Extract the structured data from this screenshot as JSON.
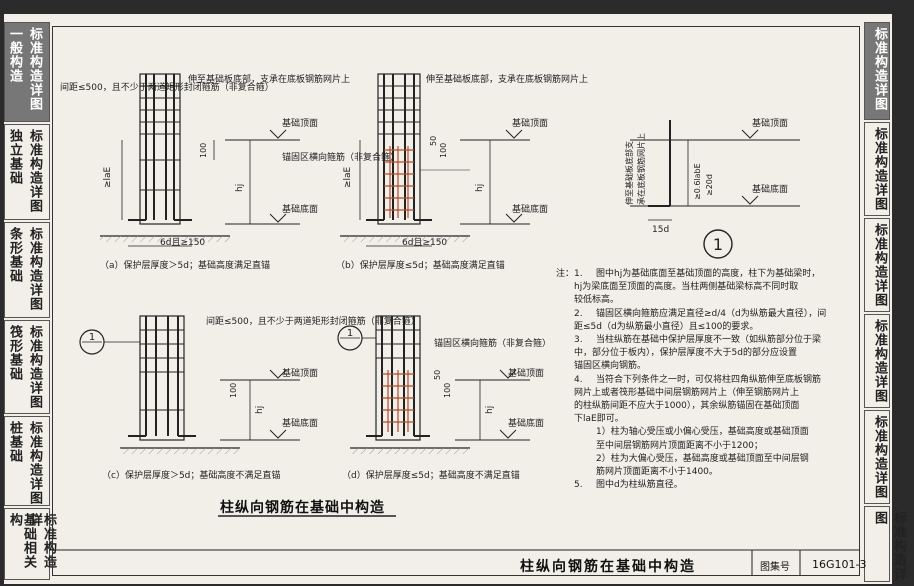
{
  "left_tabs": [
    {
      "a": "一般构造",
      "b": "标准构造详图",
      "active": true
    },
    {
      "a": "独立基础",
      "b": "标准构造详图",
      "active": false
    },
    {
      "a": "条形基础",
      "b": "标准构造详图",
      "active": false
    },
    {
      "a": "筏形基础",
      "b": "标准构造详图",
      "active": false
    },
    {
      "a": "桩基础",
      "b": "标准构造详图",
      "active": false
    },
    {
      "a": "基础相关构",
      "b": "标准构造详",
      "active": false
    }
  ],
  "right_tabs": [
    {
      "label": "标准构造详图",
      "active": true
    },
    {
      "label": "标准构造详图",
      "active": false
    },
    {
      "label": "标准构造详图",
      "active": false
    },
    {
      "label": "标准构造详图",
      "active": false
    },
    {
      "label": "标准构造详图",
      "active": false
    },
    {
      "label": "标准构造详图",
      "active": false
    }
  ],
  "diagram_a": {
    "note_left": "间距≤500，且不少于两道矩形封闭箍筋（非复合箍）",
    "note_top": "伸至基础板底部，支承在底板钢筋网片上",
    "laE": "≥laE",
    "hj": "hj",
    "top_label": "基础顶面",
    "bottom_label": "基础底面",
    "dim_100": "100",
    "dim_bottom": "6d且≥150",
    "caption": "（a）保护层厚度＞5d；基础高度满足直锚"
  },
  "diagram_b": {
    "note_top": "伸至基础板底部，支承在底板钢筋网片上",
    "side_note": "锚固区横向箍筋（非复合箍）",
    "laE": "≥laE",
    "hj": "hj",
    "dim_100": "100",
    "dim_50": "50",
    "top_label": "基础顶面",
    "bottom_label": "基础底面",
    "dim_bottom": "6d且≥150",
    "caption": "（b）保护层厚度≤5d；基础高度满足直锚"
  },
  "diagram_c": {
    "note": "间距≤500，且不少于两道矩形封闭箍筋（非复合箍）",
    "marker": "1",
    "dim_100": "100",
    "hj": "hj",
    "top_label": "基础顶面",
    "bottom_label": "基础底面",
    "caption": "（c）保护层厚度＞5d；基础高度不满足直锚"
  },
  "diagram_d": {
    "note": "锚固区横向箍筋（非复合箍）",
    "marker": "1",
    "dim_100": "100",
    "dim_50": "50",
    "hj": "hj",
    "top_label": "基础顶面",
    "bottom_label": "基础底面",
    "caption": "（d）保护层厚度≤5d；基础高度不满足直锚"
  },
  "detail_1": {
    "bar_note_1": "伸至基础板底部支",
    "bar_note_2": "承在底板钢筋网片上",
    "dim_lab": "≥0.6labE",
    "dim_20d": "≥20d",
    "dim_15d": "15d",
    "top_label": "基础顶面",
    "bottom_label": "基础底面",
    "marker": "1"
  },
  "notes_lead": "注：",
  "notes": [
    {
      "n": "1.",
      "text": "图中hj为基础底面至基础顶面的高度，柱下为基础梁时，"
    },
    {
      "n": "",
      "text": "hj为梁底面至顶面的高度。当柱两侧基础梁标高不同时取",
      "indent": 1
    },
    {
      "n": "",
      "text": "较低标高。",
      "indent": 1
    },
    {
      "n": "2.",
      "text": "锚固区横向箍筋应满足直径≥d/4（d为纵筋最大直径），间"
    },
    {
      "n": "",
      "text": "距≤5d（d为纵筋最小直径）且≤100的要求。",
      "indent": 1
    },
    {
      "n": "3.",
      "text": "当柱纵筋在基础中保护层厚度不一致（如纵筋部分位于梁"
    },
    {
      "n": "",
      "text": "中，部分位于板内），保护层厚度不大于5d的部分应设置",
      "indent": 1
    },
    {
      "n": "",
      "text": "锚固区横向钢筋。",
      "indent": 1
    },
    {
      "n": "4.",
      "text": "当符合下列条件之一时，可仅将柱四角纵筋伸至底板钢筋"
    },
    {
      "n": "",
      "text": "网片上或者筏形基础中间层钢筋网片上（伸至钢筋网片上",
      "indent": 1
    },
    {
      "n": "",
      "text": "的柱纵筋间距不应大于1000），其余纵筋锚固在基础顶面",
      "indent": 1
    },
    {
      "n": "",
      "text": "下laE即可。",
      "indent": 1
    },
    {
      "n": "",
      "text": "1）柱为轴心受压或小偏心受压，基础高度或基础顶面",
      "indent": 2
    },
    {
      "n": "",
      "text": "至中间层钢筋网片顶面距离不小于1200；",
      "indent": 2
    },
    {
      "n": "",
      "text": "2）柱为大偏心受压，基础高度或基础顶面至中间层钢",
      "indent": 2
    },
    {
      "n": "",
      "text": "筋网片顶面距离不小于1400。",
      "indent": 2
    },
    {
      "n": "5.",
      "text": "图中d为柱纵筋直径。"
    }
  ],
  "main_title": "柱纵向钢筋在基础中构造",
  "title_bar": "柱纵向钢筋在基础中构造",
  "atlas_label": "图集号",
  "atlas_no": "16G101-3"
}
